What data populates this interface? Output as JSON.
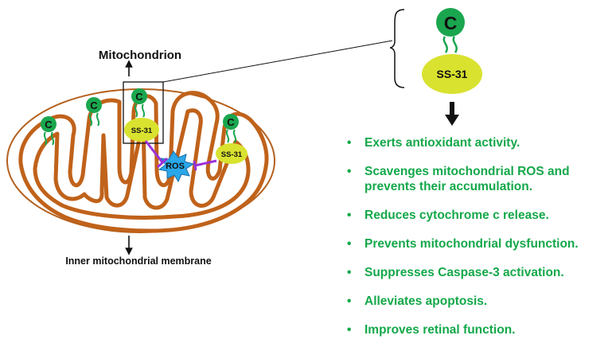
{
  "labels": {
    "mitochondrion": "Mitochondrion",
    "inner_membrane": "Inner mitochondrial membrane",
    "ros": "ROS",
    "peptide_head": "C",
    "peptide_body": "SS-31"
  },
  "bullet_glyph": "•",
  "effects": [
    {
      "text": "Exerts antioxidant activity."
    },
    {
      "text": "Scavenges mitochondrial ROS and prevents their accumulation."
    },
    {
      "text": "Reduces cytochrome c release."
    },
    {
      "text": "Prevents mitochondrial dysfunction."
    },
    {
      "text": "Suppresses Caspase-3 activation."
    },
    {
      "text": "Alleviates apoptosis."
    },
    {
      "text": "Improves retinal function."
    }
  ],
  "colors": {
    "membrane": "#c0621a",
    "molecule_green": "#1aa64e",
    "ss31_yellow": "#d9e22f",
    "ros_blue": "#2aa7e8",
    "inhibition_purple": "#9b30d9",
    "text_green": "#14a84a"
  },
  "icons": {
    "arrow": "arrow-down-icon",
    "inhibition": "inhibition-bar-icon",
    "burst": "burst-icon"
  }
}
